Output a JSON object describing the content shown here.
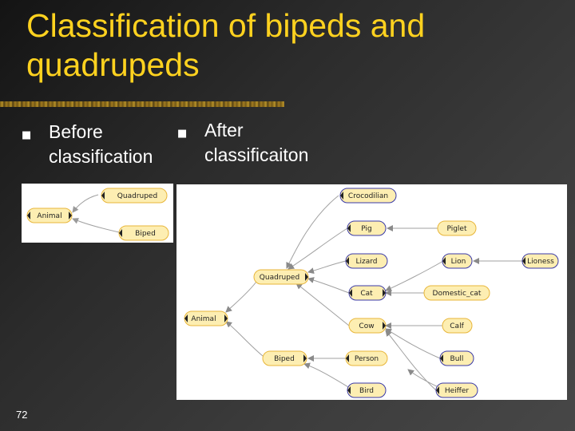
{
  "slide": {
    "title": "Classification of bipeds and quadrupeds",
    "bullets": [
      {
        "text": "Before\nclassification"
      },
      {
        "text": "After\nclassificaiton"
      }
    ],
    "page_number": "72",
    "colors": {
      "title": "#ffd21f",
      "node_fill": "#fdeeb2",
      "node_stroke_yellow": "#e8b63a",
      "node_stroke_blue": "#3a3aa8",
      "background": "#2b2b2b"
    }
  },
  "diagram_before": {
    "nodes": {
      "animal": "Animal",
      "quadruped": "Quadruped",
      "biped": "Biped"
    }
  },
  "diagram_after": {
    "nodes": {
      "crocodilian": "Crocodilian",
      "pig": "Pig",
      "piglet": "Piglet",
      "lizard": "Lizard",
      "lion": "Lion",
      "lioness": "Lioness",
      "quadruped": "Quadruped",
      "cat": "Cat",
      "domestic_cat": "Domestic_cat",
      "animal": "Animal",
      "cow": "Cow",
      "calf": "Calf",
      "biped": "Biped",
      "person": "Person",
      "bull": "Bull",
      "bird": "Bird",
      "heiffer": "Heiffer"
    }
  }
}
